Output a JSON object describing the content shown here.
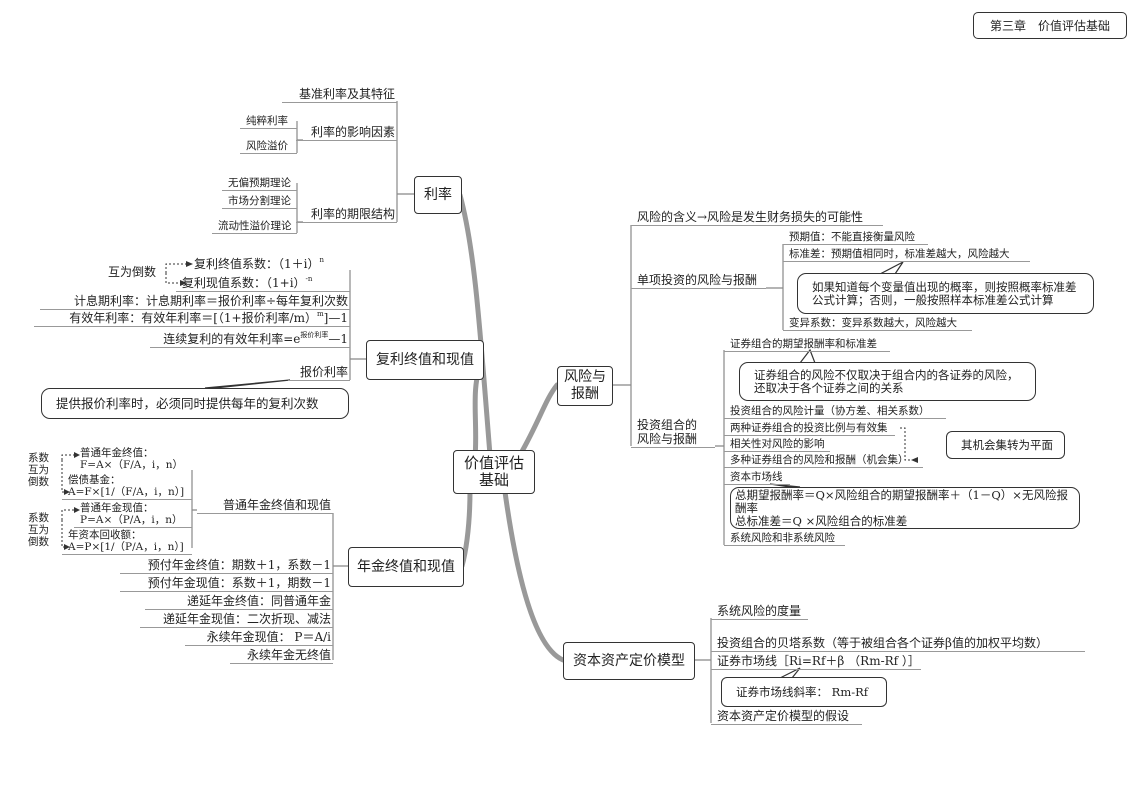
{
  "title": "第三章　价值评估基础",
  "center": "价值评估\n基础",
  "interest": {
    "label": "利率",
    "benchmark": "基准利率及其特征",
    "factors": {
      "label": "利率的影响因素",
      "items": [
        "纯粹利率",
        "风险溢价"
      ]
    },
    "term": {
      "label": "利率的期限结构",
      "items": [
        "无偏预期理论",
        "市场分割理论",
        "流动性溢价理论"
      ]
    }
  },
  "compound": {
    "label": "复利终值和现值",
    "reciprocal": "互为倒数",
    "fv": {
      "text": "复利终值系数：（1＋i）",
      "sup": "n"
    },
    "pv": {
      "text": "复利现值系数：（1+i）",
      "sup": "-n"
    },
    "period_rate": "计息期利率：计息期利率＝报价利率÷每年复利次数",
    "effective": {
      "text": "有效年利率：有效年利率＝[（1+报价利率/m）",
      "sup": "m",
      "tail": "]—1"
    },
    "continuous": {
      "text": "连续复利的有效年利率=e",
      "sup": "报价利率",
      "tail": "—1"
    },
    "quoted": "报价利率",
    "note": "提供报价利率时，必须同时提供每年的复利次数"
  },
  "annuity": {
    "label": "年金终值和现值",
    "ordinary": "普通年金终值和现值",
    "pair_label": "系数\n互为\n倒数",
    "fv": {
      "name": "普通年金终值：",
      "formula": "F=A×（F/A，i，n）"
    },
    "sinking": {
      "name": "偿债基金：",
      "formula": "A=F×[1/（F/A，i，n）]"
    },
    "pv": {
      "name": "普通年金现值：",
      "formula": "P=A×（P/A，i，n）"
    },
    "recovery": {
      "name": "年资本回收额：",
      "formula": "A=P×[1/（P/A，i，n）]"
    },
    "items": [
      "预付年金终值：期数＋1，系数－1",
      "预付年金现值：系数＋1，期数－1",
      "递延年金终值：同普通年金",
      "递延年金现值：二次折现、减法",
      "永续年金现值：  P＝A/i",
      "永续年金无终值"
    ]
  },
  "risk": {
    "label": "风险与\n报酬",
    "meaning": "风险的含义→风险是发生财务损失的可能性",
    "single": {
      "label": "单项投资的风险与报酬",
      "expected": "预期值：不能直接衡量风险",
      "std": "标准差：预期值相同时，标准差越大，风险越大",
      "std_note": [
        "如果知道每个变量值出现的概率，则按照概率标准差",
        "公式计算；否则，一般按照样本标准差公式计算"
      ],
      "cv": "变异系数：变异系数越大，风险越大"
    },
    "portfolio": {
      "label": "投资组合的\n风险与报酬",
      "items": [
        "证券组合的期望报酬率和标准差",
        "投资组合的风险计量（协方差、相关系数）",
        "两种证券组合的投资比例与有效集",
        "相关性对风险的影响",
        "多种证券组合的风险和报酬（机会集）",
        "资本市场线",
        "系统风险和非系统风险"
      ],
      "note1": [
        "证券组合的风险不仅取决于组合内的各证券的风险，",
        "还取决于各个证券之间的关系"
      ],
      "note2": "其机会集转为平面",
      "note3": [
        "总期望报酬率＝Q×风险组合的期望报酬率＋（1－Q）×无风险报酬率",
        "总标准差＝Q ×风险组合的标准差"
      ]
    }
  },
  "capm": {
    "label": "资本资产定价模型",
    "items": [
      "系统风险的度量",
      "投资组合的贝塔系数（等于被组合各个证券β值的加权平均数）",
      "证券市场线［Ri=Rf＋β （Rm-Rf ）］",
      "资本资产定价模型的假设"
    ],
    "note": "证券市场线斜率：  Rm-Rf"
  }
}
